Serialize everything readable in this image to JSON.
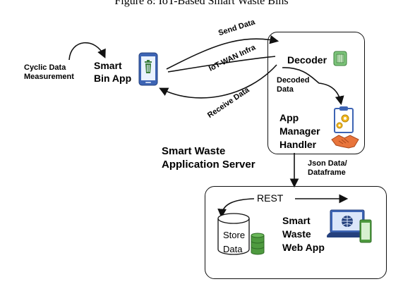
{
  "caption": "Figure 8: IoT-Based Smart Waste Bins",
  "left": {
    "cyclic_line1": "Cyclic Data",
    "cyclic_line2": "Measurement",
    "app_line1": "Smart",
    "app_line2": "Bin App"
  },
  "links": {
    "send": "Send Data",
    "infra": "IoT-WAN Infra",
    "receive": "Receive Data"
  },
  "server_box": {
    "decoder": "Decoder",
    "decoded_line1": "Decoded",
    "decoded_line2": "Data",
    "app_line1": "App",
    "app_line2": "Manager",
    "app_line3": "Handler"
  },
  "server_title": {
    "line1": "Smart Waste",
    "line2": "Application Server"
  },
  "json_label": {
    "line1": "Json Data/",
    "line2": "Dataframe"
  },
  "web_box": {
    "rest": "REST",
    "store_line1": "Store",
    "store_line2": "Data",
    "web_line1": "Smart",
    "web_line2": "Waste",
    "web_line3": "Web App"
  },
  "colors": {
    "phone_blue": "#3d64b4",
    "bin_green": "#3a7d3a",
    "decoder_green": "#7cc47a",
    "handshake_orange": "#e8743b",
    "gear_yellow": "#f2b81e",
    "db_green": "#4e9a3f"
  }
}
